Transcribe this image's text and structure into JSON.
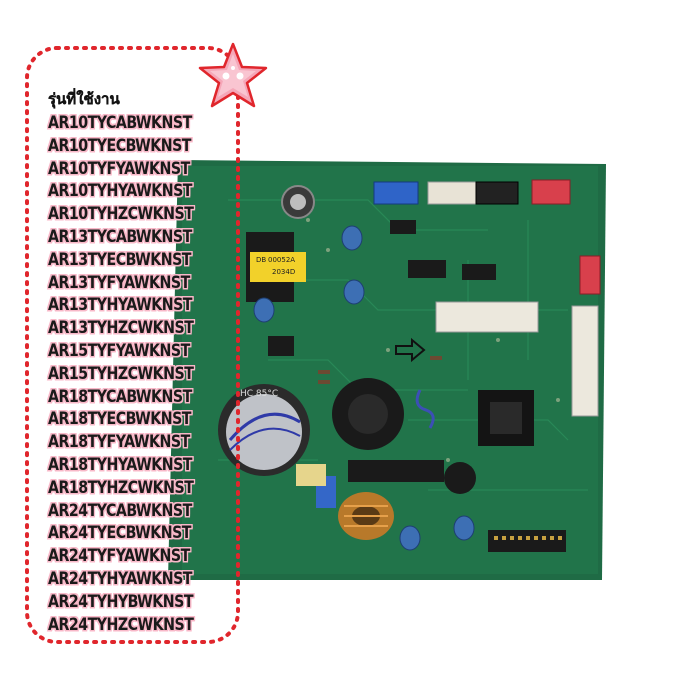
{
  "heading": "รุ่นที่ใช้งาน",
  "models": [
    "AR10TYCABWKNST",
    "AR10TYECBWKNST",
    "AR10TYFYAWKNST",
    "AR10TYHYAWKNST",
    "AR10TYHZCWKNST",
    "AR13TYCABWKNST",
    "AR13TYECBWKNST",
    "AR13TYFYAWKNST",
    "AR13TYHYAWKNST",
    "AR13TYHZCWKNST",
    "AR15TYFYAWKNST",
    "AR15TYHZCWKNST",
    "AR18TYCABWKNST",
    "AR18TYECBWKNST",
    "AR18TYFYAWKNST",
    "AR18TYHYAWKNST",
    "AR18TYHZCWKNST",
    "AR24TYCABWKNST",
    "AR24TYECBWKNST",
    "AR24TYFYAWKNST",
    "AR24TYHYAWKNST",
    "AR24TYHYBWKNST",
    "AR24TYHZCWKNST"
  ],
  "board_labels": {
    "chip_label_1": "DB",
    "chip_label_2": "00052A",
    "chip_label_3": "2034D",
    "capacitor_label": "HC 85°C"
  },
  "colors": {
    "pcb_green": "#1f6b45",
    "frame_red": "#e0262c",
    "star_pink": "#f5a7b8",
    "text_outline_pink": "#f8b8c8"
  }
}
